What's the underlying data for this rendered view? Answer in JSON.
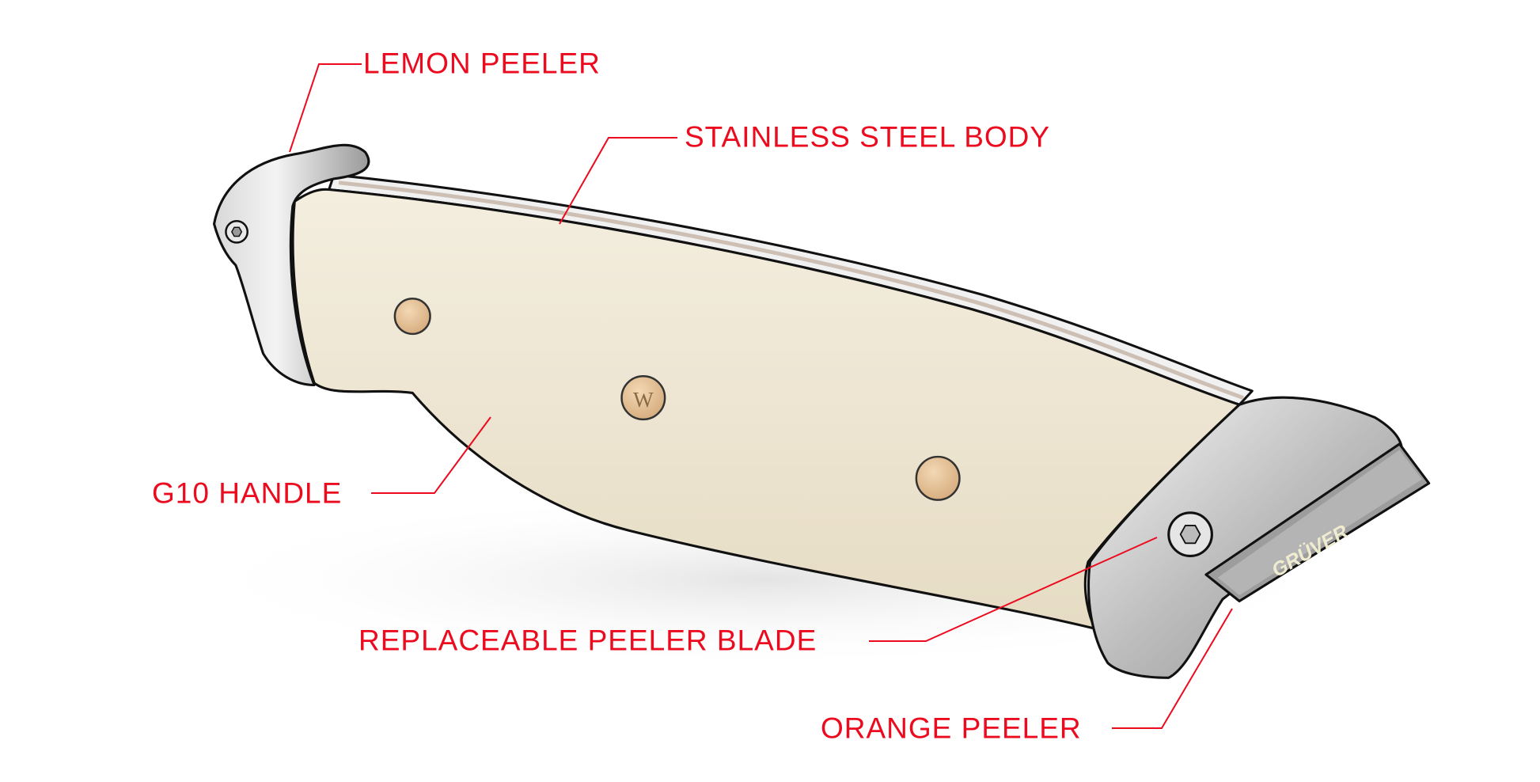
{
  "labels": {
    "lemon_peeler": "LEMON PEELER",
    "stainless_steel_body": "STAINLESS STEEL BODY",
    "g10_handle": "G10 HANDLE",
    "replaceable_peeler_blade": "REPLACEABLE PEELER BLADE",
    "orange_peeler": "ORANGE PEELER"
  },
  "product": {
    "blade_logo": "GRÜVER",
    "pin_logo": "W"
  },
  "colors": {
    "label_red": "#ec0b1e",
    "handle_cream": "#efe6d2",
    "pin_tan": "#e6c39a",
    "steel": "#c9c9c9"
  }
}
